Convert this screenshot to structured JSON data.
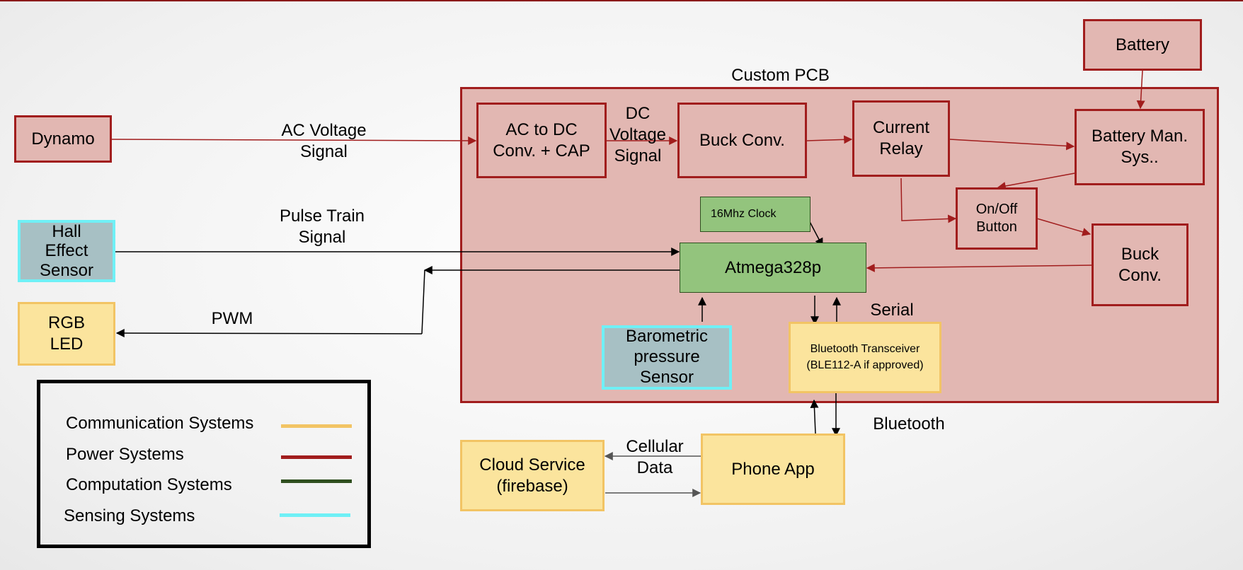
{
  "pcb": {
    "label": "Custom PCB"
  },
  "blocks": {
    "battery": "Battery",
    "dynamo": "Dynamo",
    "ac_dc": "AC to DC\nConv. + CAP",
    "buck_conv_top": "Buck Conv.",
    "current_relay": "Current\nRelay",
    "battery_man": "Battery Man.\nSys..",
    "on_off": "On/Off\nButton",
    "buck_conv_right": "Buck\nConv.",
    "clock": "16Mhz Clock",
    "mcu": "Atmega328p",
    "hall": "Hall\nEffect\nSensor",
    "rgb": "RGB\nLED",
    "barometric": "Barometric\npressure\nSensor",
    "bluetooth": "Bluetooth Transceiver\n(BLE112-A if approved)",
    "phone": "Phone App",
    "cloud": "Cloud Service\n(firebase)"
  },
  "signals": {
    "ac_voltage": "AC Voltage\nSignal",
    "dc_voltage": "DC\nVoltage\nSignal",
    "pulse_train": "Pulse Train\nSignal",
    "pwm": "PWM",
    "serial": "Serial",
    "bluetooth": "Bluetooth",
    "cellular": "Cellular\nData"
  },
  "legend": {
    "items": [
      {
        "label": "Communication Systems",
        "color": "#f2c464"
      },
      {
        "label": "Power Systems",
        "color": "#a11d1d"
      },
      {
        "label": "Computation Systems",
        "color": "#2f4f1f"
      },
      {
        "label": "Sensing Systems",
        "color": "#6ff0f6"
      }
    ]
  },
  "colors": {
    "power": "#a11d1d",
    "power_fill": "#e2b7b2",
    "computation": "#93c47d",
    "sensing": "#6ff0f6",
    "communication": "#fbe49d"
  }
}
